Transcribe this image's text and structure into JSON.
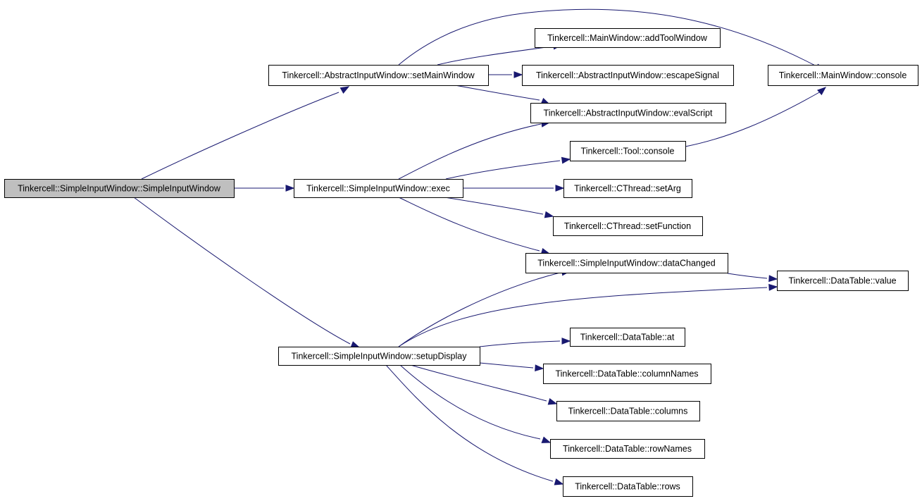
{
  "diagram": {
    "root_id": "siw",
    "nodes": [
      {
        "id": "siw",
        "label": "Tinkercell::SimpleInputWindow::SimpleInputWindow"
      },
      {
        "id": "setMainWindow",
        "label": "Tinkercell::AbstractInputWindow::setMainWindow"
      },
      {
        "id": "exec",
        "label": "Tinkercell::SimpleInputWindow::exec"
      },
      {
        "id": "setupDisplay",
        "label": "Tinkercell::SimpleInputWindow::setupDisplay"
      },
      {
        "id": "addToolWindow",
        "label": "Tinkercell::MainWindow::addToolWindow"
      },
      {
        "id": "escapeSignal",
        "label": "Tinkercell::AbstractInputWindow::escapeSignal"
      },
      {
        "id": "evalScript",
        "label": "Tinkercell::AbstractInputWindow::evalScript"
      },
      {
        "id": "mwConsole",
        "label": "Tinkercell::MainWindow::console"
      },
      {
        "id": "toolConsole",
        "label": "Tinkercell::Tool::console"
      },
      {
        "id": "setArg",
        "label": "Tinkercell::CThread::setArg"
      },
      {
        "id": "setFunction",
        "label": "Tinkercell::CThread::setFunction"
      },
      {
        "id": "dataChanged",
        "label": "Tinkercell::SimpleInputWindow::dataChanged"
      },
      {
        "id": "value",
        "label": "Tinkercell::DataTable::value"
      },
      {
        "id": "at",
        "label": "Tinkercell::DataTable::at"
      },
      {
        "id": "columnNames",
        "label": "Tinkercell::DataTable::columnNames"
      },
      {
        "id": "columns",
        "label": "Tinkercell::DataTable::columns"
      },
      {
        "id": "rowNames",
        "label": "Tinkercell::DataTable::rowNames"
      },
      {
        "id": "rows",
        "label": "Tinkercell::DataTable::rows"
      }
    ],
    "edges": [
      {
        "from": "siw",
        "to": "setMainWindow"
      },
      {
        "from": "siw",
        "to": "exec"
      },
      {
        "from": "siw",
        "to": "setupDisplay"
      },
      {
        "from": "setMainWindow",
        "to": "mwConsole"
      },
      {
        "from": "setMainWindow",
        "to": "addToolWindow"
      },
      {
        "from": "setMainWindow",
        "to": "escapeSignal"
      },
      {
        "from": "setMainWindow",
        "to": "evalScript"
      },
      {
        "from": "exec",
        "to": "evalScript"
      },
      {
        "from": "exec",
        "to": "toolConsole"
      },
      {
        "from": "exec",
        "to": "setArg"
      },
      {
        "from": "exec",
        "to": "setFunction"
      },
      {
        "from": "exec",
        "to": "dataChanged"
      },
      {
        "from": "toolConsole",
        "to": "mwConsole"
      },
      {
        "from": "dataChanged",
        "to": "value"
      },
      {
        "from": "setupDisplay",
        "to": "dataChanged"
      },
      {
        "from": "setupDisplay",
        "to": "value"
      },
      {
        "from": "setupDisplay",
        "to": "at"
      },
      {
        "from": "setupDisplay",
        "to": "columnNames"
      },
      {
        "from": "setupDisplay",
        "to": "columns"
      },
      {
        "from": "setupDisplay",
        "to": "rowNames"
      },
      {
        "from": "setupDisplay",
        "to": "rows"
      }
    ],
    "colors": {
      "edge": "#191970",
      "root_fill": "#bfbfbf",
      "node_fill": "#ffffff",
      "node_border": "#000000"
    }
  }
}
